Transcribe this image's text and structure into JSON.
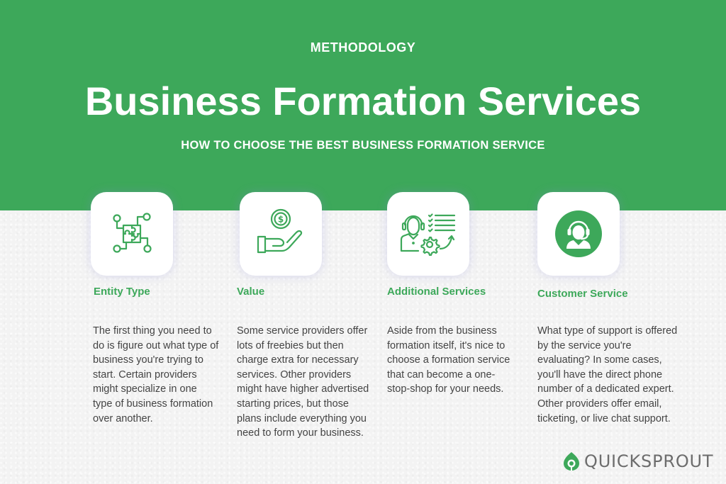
{
  "header": {
    "eyebrow": "METHODOLOGY",
    "title": "Business Formation Services",
    "subtitle": "HOW TO CHOOSE THE BEST BUSINESS FORMATION SERVICE"
  },
  "colors": {
    "brand_green": "#3da85a",
    "body_text": "#444444",
    "card_bg": "#ffffff",
    "page_bg": "#f3f3f3",
    "logo_text": "#6d6d6d"
  },
  "columns": [
    {
      "icon": "puzzle-network-icon",
      "heading": "Entity Type",
      "body": "The first thing you need to do is figure out what type of business you're trying to start. Certain providers might specialize in one type of business formation over another."
    },
    {
      "icon": "hand-coin-dollar-icon",
      "heading": "Value",
      "body": "Some service providers offer lots of freebies but then charge extra for necessary services. Other providers might have higher advertised starting prices, but those plans include everything you need to form your business."
    },
    {
      "icon": "agent-checklist-gear-icon",
      "heading": "Additional Services",
      "body": "Aside from the business formation itself, it's nice to choose a formation service that can become a one-stop-shop for your needs."
    },
    {
      "icon": "headset-agent-icon",
      "heading": "Customer Service",
      "body": "What type of support is offered by the service you're evaluating? In some cases, you'll have the direct phone number of a dedicated expert. Other providers offer email, ticketing, or live chat support."
    }
  ],
  "footer": {
    "logo_icon": "sprout-leaf-icon",
    "logo_text": "QUICKSPROUT"
  }
}
